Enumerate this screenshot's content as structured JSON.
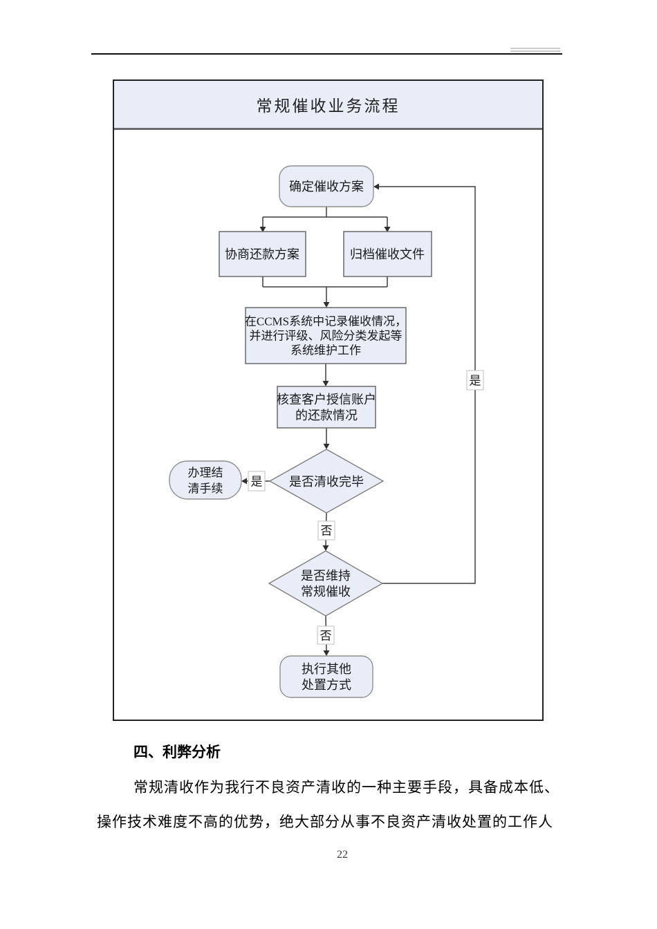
{
  "flowchart": {
    "title": "常规催收业务流程",
    "nodes": {
      "start": {
        "label": "确定催收方案"
      },
      "negotiate": {
        "label": "协商还款方案"
      },
      "archive": {
        "label": "归档催收文件"
      },
      "ccms": {
        "lines": [
          "在CCMS系统中记录催收情况，",
          "并进行评级、风险分类发起等",
          "系统维护工作"
        ]
      },
      "verify": {
        "lines": [
          "核查客户授信账户",
          "的还款情况"
        ]
      },
      "decision_cleared": {
        "label": "是否清收完毕"
      },
      "settle": {
        "lines": [
          "办理结",
          "清手续"
        ]
      },
      "decision_maintain": {
        "lines": [
          "是否维持",
          "常规催收"
        ]
      },
      "other": {
        "lines": [
          "执行其他",
          "处置方式"
        ]
      }
    },
    "labels": {
      "yes": "是",
      "no": "否"
    }
  },
  "section": {
    "heading": "四、利弊分析",
    "paragraph_lines": [
      "常规清收作为我行不良资产清收的一种主要手段，具备成本低、",
      "操作技术难度不高的优势，绝大部分从事不良资产清收处置的工作人"
    ]
  },
  "footer": {
    "page_number": "22"
  }
}
